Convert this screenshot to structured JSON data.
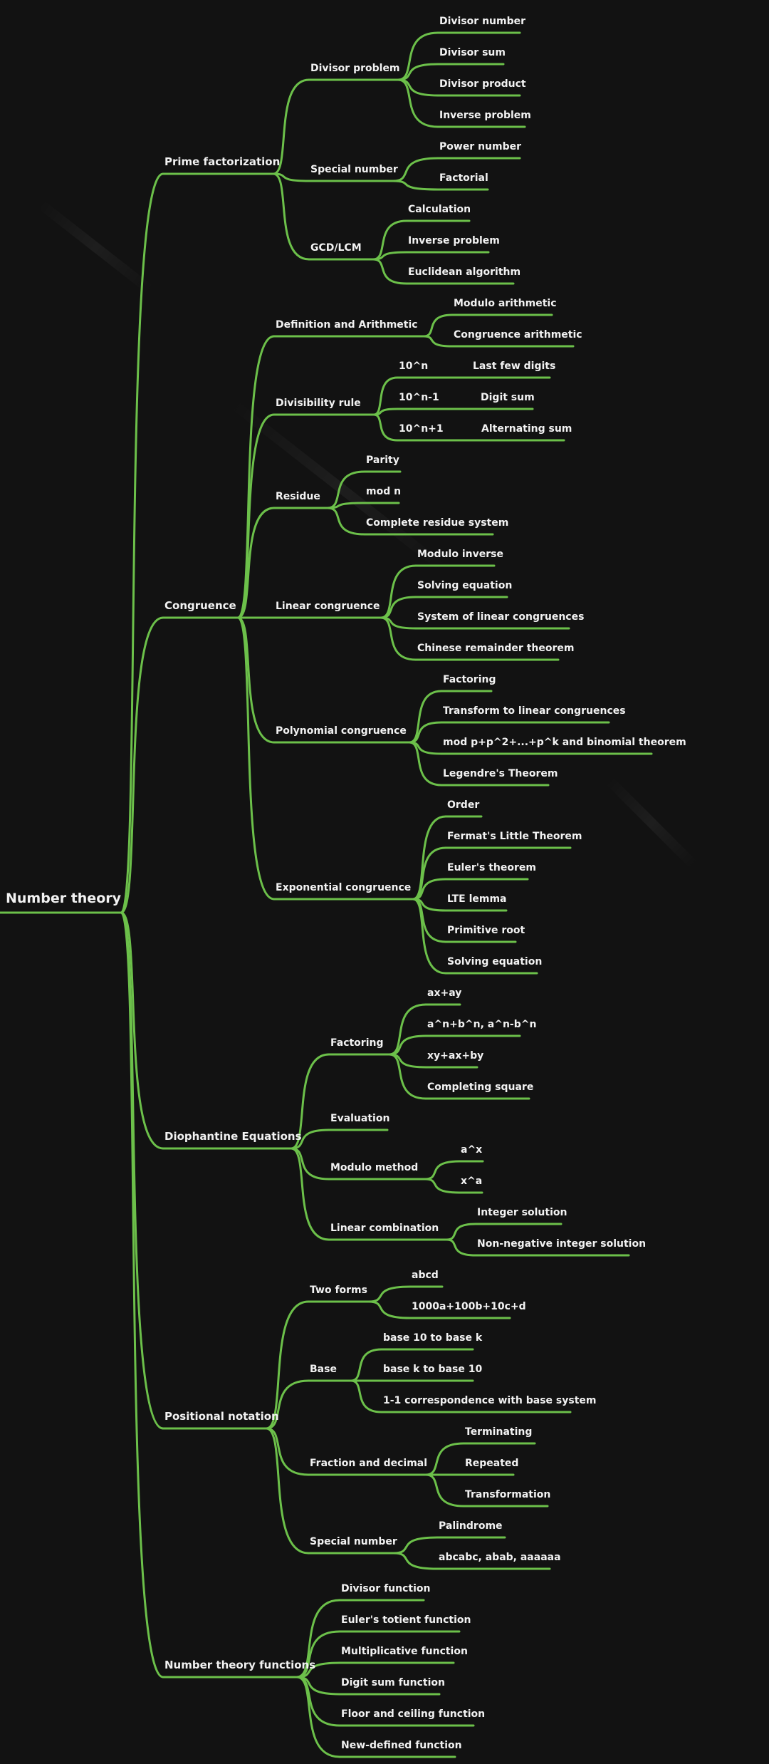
{
  "mindmap": {
    "root": "Number theory",
    "colors": {
      "background": "#121212",
      "line": "#6cc04a",
      "text": "#f2f2f2"
    },
    "branches": [
      {
        "label": "Prime factorization",
        "children": [
          {
            "label": "Divisor problem",
            "children": [
              {
                "label": "Divisor number"
              },
              {
                "label": "Divisor sum"
              },
              {
                "label": "Divisor product"
              },
              {
                "label": "Inverse problem"
              }
            ]
          },
          {
            "label": "Special number",
            "children": [
              {
                "label": "Power number"
              },
              {
                "label": "Factorial"
              }
            ]
          },
          {
            "label": "GCD/LCM",
            "children": [
              {
                "label": "Calculation"
              },
              {
                "label": "Inverse problem"
              },
              {
                "label": "Euclidean algorithm"
              }
            ]
          }
        ]
      },
      {
        "label": "Congruence",
        "children": [
          {
            "label": "Definition and Arithmetic",
            "children": [
              {
                "label": "Modulo arithmetic"
              },
              {
                "label": "Congruence arithmetic"
              }
            ]
          },
          {
            "label": "Divisibility rule",
            "children": [
              {
                "label": "10^n",
                "children": [
                  {
                    "label": "Last few digits"
                  }
                ]
              },
              {
                "label": "10^n-1",
                "children": [
                  {
                    "label": "Digit sum"
                  }
                ]
              },
              {
                "label": "10^n+1",
                "children": [
                  {
                    "label": "Alternating sum"
                  }
                ]
              }
            ]
          },
          {
            "label": "Residue",
            "children": [
              {
                "label": "Parity"
              },
              {
                "label": "mod n"
              },
              {
                "label": "Complete residue system"
              }
            ]
          },
          {
            "label": "Linear congruence",
            "children": [
              {
                "label": "Modulo inverse"
              },
              {
                "label": "Solving equation"
              },
              {
                "label": "System of linear congruences"
              },
              {
                "label": "Chinese remainder theorem"
              }
            ]
          },
          {
            "label": "Polynomial congruence",
            "children": [
              {
                "label": "Factoring"
              },
              {
                "label": "Transform to linear congruences"
              },
              {
                "label": "mod p+p^2+...+p^k and binomial theorem"
              },
              {
                "label": "Legendre's Theorem"
              }
            ]
          },
          {
            "label": "Exponential congruence",
            "children": [
              {
                "label": "Order"
              },
              {
                "label": "Fermat's Little Theorem"
              },
              {
                "label": "Euler's theorem"
              },
              {
                "label": "LTE lemma"
              },
              {
                "label": "Primitive root"
              },
              {
                "label": "Solving equation"
              }
            ]
          }
        ]
      },
      {
        "label": "Diophantine Equations",
        "children": [
          {
            "label": "Factoring",
            "children": [
              {
                "label": "ax+ay"
              },
              {
                "label": "a^n+b^n, a^n-b^n"
              },
              {
                "label": "xy+ax+by"
              },
              {
                "label": "Completing square"
              }
            ]
          },
          {
            "label": "Evaluation"
          },
          {
            "label": "Modulo method",
            "children": [
              {
                "label": "a^x"
              },
              {
                "label": "x^a"
              }
            ]
          },
          {
            "label": "Linear combination",
            "children": [
              {
                "label": "Integer solution"
              },
              {
                "label": "Non-negative integer solution"
              }
            ]
          }
        ]
      },
      {
        "label": "Positional notation",
        "children": [
          {
            "label": "Two forms",
            "children": [
              {
                "label": "abcd"
              },
              {
                "label": "1000a+100b+10c+d"
              }
            ]
          },
          {
            "label": "Base",
            "children": [
              {
                "label": "base 10 to base k"
              },
              {
                "label": "base k to base 10"
              },
              {
                "label": "1-1 correspondence with base system"
              }
            ]
          },
          {
            "label": "Fraction and decimal",
            "children": [
              {
                "label": "Terminating"
              },
              {
                "label": "Repeated"
              },
              {
                "label": "Transformation"
              }
            ]
          },
          {
            "label": "Special number",
            "children": [
              {
                "label": "Palindrome"
              },
              {
                "label": "abcabc, abab, aaaaaa"
              }
            ]
          }
        ]
      },
      {
        "label": "Number theory functions",
        "children": [
          {
            "label": "Divisor function"
          },
          {
            "label": "Euler's totient function"
          },
          {
            "label": "Multiplicative function"
          },
          {
            "label": "Digit sum function"
          },
          {
            "label": "Floor and ceiling function"
          },
          {
            "label": "New-defined function"
          }
        ]
      }
    ]
  }
}
